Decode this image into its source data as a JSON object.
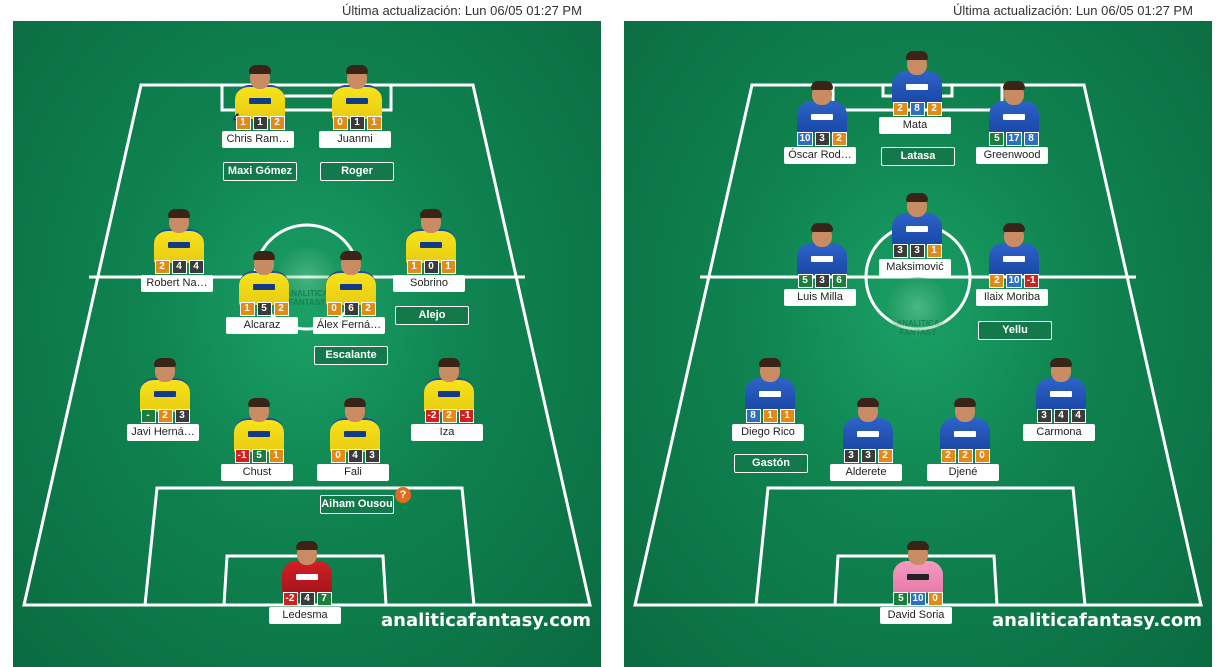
{
  "update_text": "Última actualización: Lun 06/05 01:27 PM",
  "watermark": "analiticafantasy.com",
  "logo_text": "ANALITICA FANTASY",
  "left_team": {
    "players": [
      {
        "name": "Chris Ram…",
        "scores": [
          {
            "v": "1",
            "c": "o"
          },
          {
            "v": "1",
            "c": "k"
          },
          {
            "v": "2",
            "c": "o"
          }
        ],
        "captain": "4"
      },
      {
        "name": "Juanmi",
        "scores": [
          {
            "v": "0",
            "c": "o"
          },
          {
            "v": "1",
            "c": "k"
          },
          {
            "v": "1",
            "c": "o"
          }
        ]
      },
      {
        "name": "Robert Na…",
        "scores": [
          {
            "v": "2",
            "c": "o"
          },
          {
            "v": "4",
            "c": "k"
          },
          {
            "v": "4",
            "c": "k"
          }
        ]
      },
      {
        "name": "Alcaraz",
        "scores": [
          {
            "v": "1",
            "c": "o"
          },
          {
            "v": "5",
            "c": "k"
          },
          {
            "v": "2",
            "c": "o"
          }
        ]
      },
      {
        "name": "Álex Ferná…",
        "scores": [
          {
            "v": "0",
            "c": "o"
          },
          {
            "v": "6",
            "c": "k"
          },
          {
            "v": "2",
            "c": "o"
          }
        ]
      },
      {
        "name": "Sobrino",
        "scores": [
          {
            "v": "1",
            "c": "o"
          },
          {
            "v": "0",
            "c": "k"
          },
          {
            "v": "1",
            "c": "o"
          }
        ]
      },
      {
        "name": "Javi Herná…",
        "scores": [
          {
            "v": "-",
            "c": "g"
          },
          {
            "v": "2",
            "c": "o"
          },
          {
            "v": "3",
            "c": "k"
          }
        ]
      },
      {
        "name": "Chust",
        "scores": [
          {
            "v": "-1",
            "c": "r"
          },
          {
            "v": "5",
            "c": "g"
          },
          {
            "v": "1",
            "c": "o"
          }
        ]
      },
      {
        "name": "Fali",
        "scores": [
          {
            "v": "0",
            "c": "o"
          },
          {
            "v": "4",
            "c": "k"
          },
          {
            "v": "3",
            "c": "k"
          }
        ]
      },
      {
        "name": "Iza",
        "scores": [
          {
            "v": "-2",
            "c": "r"
          },
          {
            "v": "2",
            "c": "o"
          },
          {
            "v": "-1",
            "c": "r"
          }
        ]
      },
      {
        "name": "Ledesma",
        "scores": [
          {
            "v": "-2",
            "c": "r"
          },
          {
            "v": "4",
            "c": "k"
          },
          {
            "v": "7",
            "c": "g"
          }
        ]
      }
    ],
    "bench": [
      "Maxi Gómez",
      "Roger",
      "Alejo",
      "Escalante",
      "Aiham Ousou"
    ],
    "doubt_icon": "?"
  },
  "right_team": {
    "players": [
      {
        "name": "Óscar Rod…",
        "scores": [
          {
            "v": "10",
            "c": "b"
          },
          {
            "v": "3",
            "c": "k"
          },
          {
            "v": "2",
            "c": "o"
          }
        ]
      },
      {
        "name": "Mata",
        "scores": [
          {
            "v": "2",
            "c": "o"
          },
          {
            "v": "8",
            "c": "b"
          },
          {
            "v": "2",
            "c": "o"
          }
        ]
      },
      {
        "name": "Greenwood",
        "scores": [
          {
            "v": "5",
            "c": "g"
          },
          {
            "v": "17",
            "c": "b"
          },
          {
            "v": "8",
            "c": "b"
          }
        ]
      },
      {
        "name": "Luis Milla",
        "scores": [
          {
            "v": "5",
            "c": "g"
          },
          {
            "v": "3",
            "c": "k"
          },
          {
            "v": "6",
            "c": "g"
          }
        ]
      },
      {
        "name": "Maksimović",
        "scores": [
          {
            "v": "3",
            "c": "k"
          },
          {
            "v": "3",
            "c": "k"
          },
          {
            "v": "1",
            "c": "o"
          }
        ]
      },
      {
        "name": "Ilaix Moriba",
        "scores": [
          {
            "v": "2",
            "c": "o"
          },
          {
            "v": "10",
            "c": "b"
          },
          {
            "v": "-1",
            "c": "r"
          }
        ]
      },
      {
        "name": "Diego Rico",
        "scores": [
          {
            "v": "8",
            "c": "b"
          },
          {
            "v": "1",
            "c": "o"
          },
          {
            "v": "1",
            "c": "o"
          }
        ]
      },
      {
        "name": "Alderete",
        "scores": [
          {
            "v": "3",
            "c": "k"
          },
          {
            "v": "3",
            "c": "k"
          },
          {
            "v": "2",
            "c": "o"
          }
        ]
      },
      {
        "name": "Djené",
        "scores": [
          {
            "v": "2",
            "c": "o"
          },
          {
            "v": "2",
            "c": "o"
          },
          {
            "v": "0",
            "c": "o"
          }
        ]
      },
      {
        "name": "Carmona",
        "scores": [
          {
            "v": "3",
            "c": "k"
          },
          {
            "v": "4",
            "c": "k"
          },
          {
            "v": "4",
            "c": "k"
          }
        ]
      },
      {
        "name": "David Soria",
        "scores": [
          {
            "v": "5",
            "c": "g"
          },
          {
            "v": "10",
            "c": "b"
          },
          {
            "v": "0",
            "c": "o"
          }
        ]
      }
    ],
    "bench": [
      "Latasa",
      "Yellu",
      "Gastón"
    ]
  }
}
